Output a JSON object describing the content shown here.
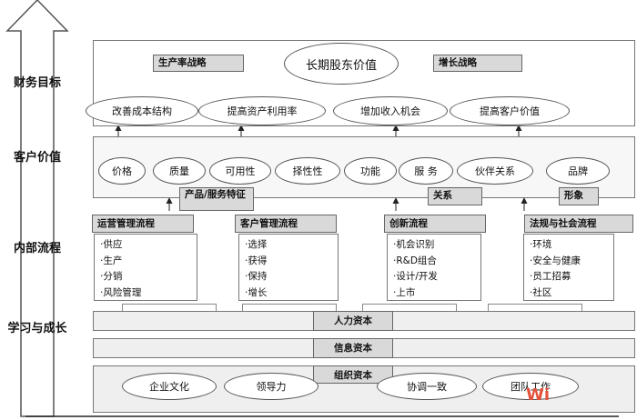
{
  "perspectives": {
    "financial": "财务目标",
    "customer": "客户价值",
    "internal": "内部流程",
    "learning": "学习与成长"
  },
  "financial": {
    "productivity_strategy": "生产率战略",
    "growth_strategy": "增长战略",
    "center": "长期股东价值",
    "items": [
      "改善成本结构",
      "提高资产利用率",
      "增加收入机会",
      "提高客户价值"
    ]
  },
  "customer": {
    "items": [
      "价格",
      "质量",
      "可用性",
      "择性性",
      "功能",
      "服 务",
      "伙伴关系",
      "品牌"
    ],
    "tag_product_service": "产品/服务特征",
    "tag_relationship": "关系",
    "tag_image": "形象"
  },
  "internal": {
    "processes": [
      {
        "title": "运营管理流程",
        "items": [
          "·供应",
          "·生产",
          "·分销",
          "·风险管理"
        ]
      },
      {
        "title": "客户管理流程",
        "items": [
          "·选择",
          "·获得",
          "·保持",
          "·增长"
        ]
      },
      {
        "title": "创新流程",
        "items": [
          "·机会识别",
          "·R&D组合",
          "·设计/开发",
          "·上市"
        ]
      },
      {
        "title": "法规与社会流程",
        "items": [
          "·环境",
          "·安全与健康",
          "·员工招募",
          "·社区"
        ]
      }
    ]
  },
  "learning": {
    "human_capital": "人力资本",
    "information_capital": "信息资本",
    "organization_capital": "组织资本",
    "items": [
      "企业文化",
      "领导力",
      "协调一致",
      "团队工作"
    ]
  },
  "watermark": "Wi"
}
